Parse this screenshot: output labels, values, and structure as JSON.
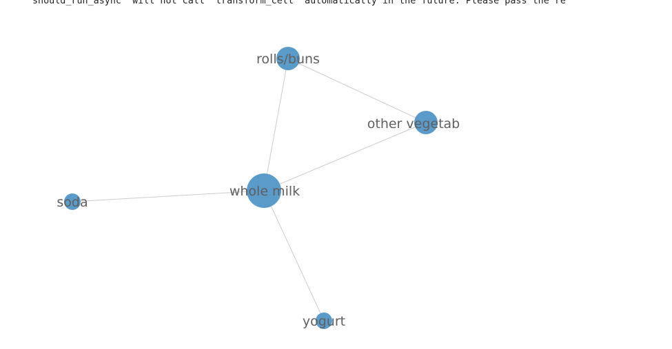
{
  "output": {
    "warning_text": "should_run_async` will not call `transform_cell` automatically in the future. Please pass the re"
  },
  "graph": {
    "node_color": "#5b9bc9",
    "edge_color": "#cccccc",
    "label_color": "#5f5f5f",
    "nodes": [
      {
        "id": "rolls_buns",
        "label": "rolls/buns"
      },
      {
        "id": "other_veg",
        "label": "other vegetab"
      },
      {
        "id": "whole_milk",
        "label": "whole milk"
      },
      {
        "id": "soda",
        "label": "soda"
      },
      {
        "id": "yogurt",
        "label": "yogurt"
      }
    ],
    "edges": [
      {
        "source": "rolls_buns",
        "target": "other_veg"
      },
      {
        "source": "rolls_buns",
        "target": "whole_milk"
      },
      {
        "source": "other_veg",
        "target": "whole_milk"
      },
      {
        "source": "whole_milk",
        "target": "soda"
      },
      {
        "source": "whole_milk",
        "target": "yogurt"
      }
    ]
  }
}
